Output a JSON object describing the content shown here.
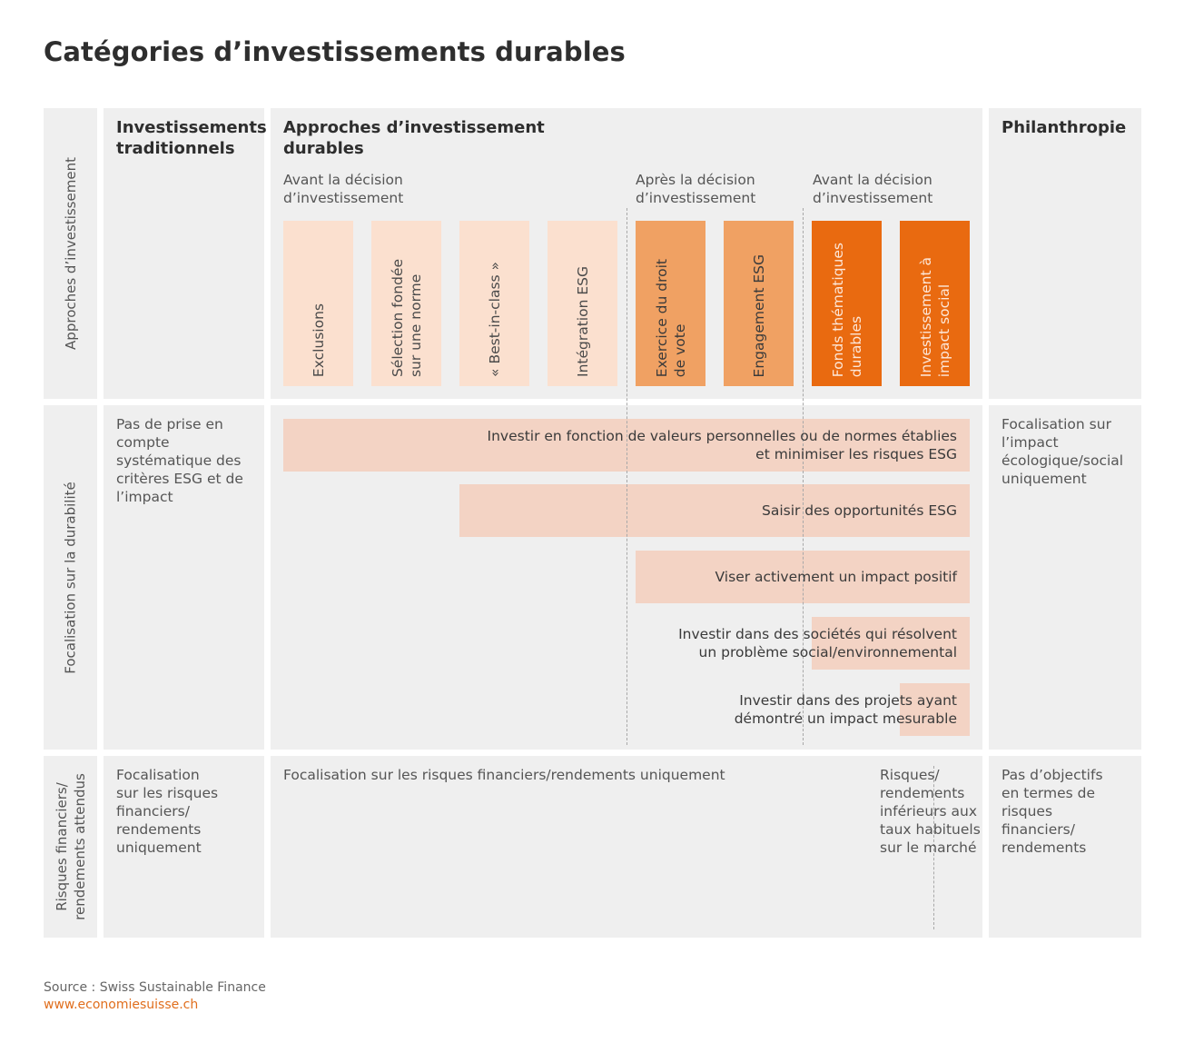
{
  "title": "Catégories d’investissements durables",
  "rows": {
    "approaches": "Approches d’investissement",
    "sustainability": "Focalisation sur la durabilité",
    "risk_line1": "Risques financiers/",
    "risk_line2": "rendements attendus"
  },
  "headers": {
    "traditional_line1": "Investissements",
    "traditional_line2": "traditionnels",
    "sustainable_line1": "Approches d’investissement",
    "sustainable_line2": "durables",
    "philanthropy": "Philanthropie"
  },
  "phases": [
    {
      "line1": "Avant la décision",
      "line2": "d’investissement"
    },
    {
      "line1": "Après la décision",
      "line2": "d’investissement"
    },
    {
      "line1": "Avant la décision",
      "line2": "d’investissement"
    }
  ],
  "approaches": [
    {
      "line1": "Exclusions",
      "line2": "",
      "color": "#fbe0cf",
      "text_color": "#4a4a4a"
    },
    {
      "line1": "Sélection fondée",
      "line2": "sur une norme",
      "color": "#fbe0cf",
      "text_color": "#4a4a4a"
    },
    {
      "line1": "« Best-in-class »",
      "line2": "",
      "color": "#fbe0cf",
      "text_color": "#4a4a4a"
    },
    {
      "line1": "Intégration ESG",
      "line2": "",
      "color": "#fbe0cf",
      "text_color": "#4a4a4a"
    },
    {
      "line1": "Exercice du droit",
      "line2": "de vote",
      "color": "#f0a163",
      "text_color": "#3a3a3a"
    },
    {
      "line1": "Engagement ESG",
      "line2": "",
      "color": "#f0a163",
      "text_color": "#3a3a3a"
    },
    {
      "line1": "Fonds thématiques",
      "line2": "durables",
      "color": "#e96a10",
      "text_color": "#fde7d8"
    },
    {
      "line1": "Investissement à",
      "line2": "impact social",
      "color": "#e96a10",
      "text_color": "#fde7d8"
    }
  ],
  "sustainability": {
    "traditional": [
      "Pas de prise en",
      "compte",
      "systématique des",
      "critères ESG et de",
      "l’impact"
    ],
    "bars": [
      {
        "line1": "Investir en fonction de valeurs personnelles ou de normes établies",
        "line2": "et minimiser les risques ESG"
      },
      {
        "line1": "Saisir des opportunités ESG",
        "line2": ""
      },
      {
        "line1": "Viser activement un impact positif",
        "line2": ""
      },
      {
        "line1": "Investir dans des sociétés qui résolvent",
        "line2": "un problème social/environnemental"
      },
      {
        "line1": "Investir dans des projets ayant",
        "line2": "démontré un impact mesurable"
      }
    ],
    "philanthropy": [
      "Focalisation sur",
      "l’impact",
      "écologique/social",
      "uniquement"
    ]
  },
  "risk": {
    "traditional": [
      "Focalisation",
      "sur les risques",
      "financiers/",
      "rendements",
      "uniquement"
    ],
    "sustainable": "Focalisation sur les risques financiers/rendements uniquement",
    "lower": [
      "Risques/",
      "rendements",
      "inférieurs aux",
      "taux habituels",
      "sur le marché"
    ],
    "philanthropy": [
      "Pas d’objectifs",
      "en termes de",
      "risques",
      "financiers/",
      "rendements"
    ]
  },
  "footer": {
    "source": "Source : Swiss Sustainable Finance",
    "url": "www.economiesuisse.ch"
  }
}
